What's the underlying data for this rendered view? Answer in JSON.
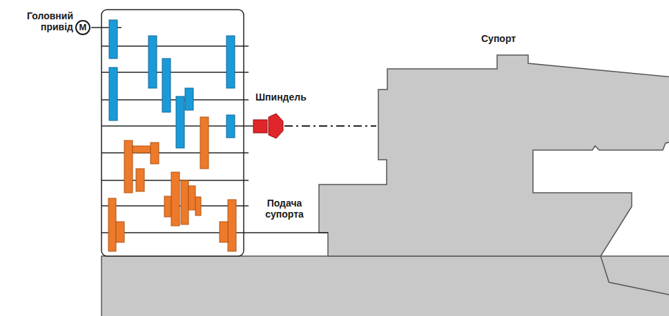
{
  "diagram": {
    "nodes": [
      {
        "text": [
          "M"
        ]
      }
    ],
    "labels": [
      "Головний привід",
      "Супорт",
      "Шпиндель",
      "Подача супорта"
    ]
  }
}
